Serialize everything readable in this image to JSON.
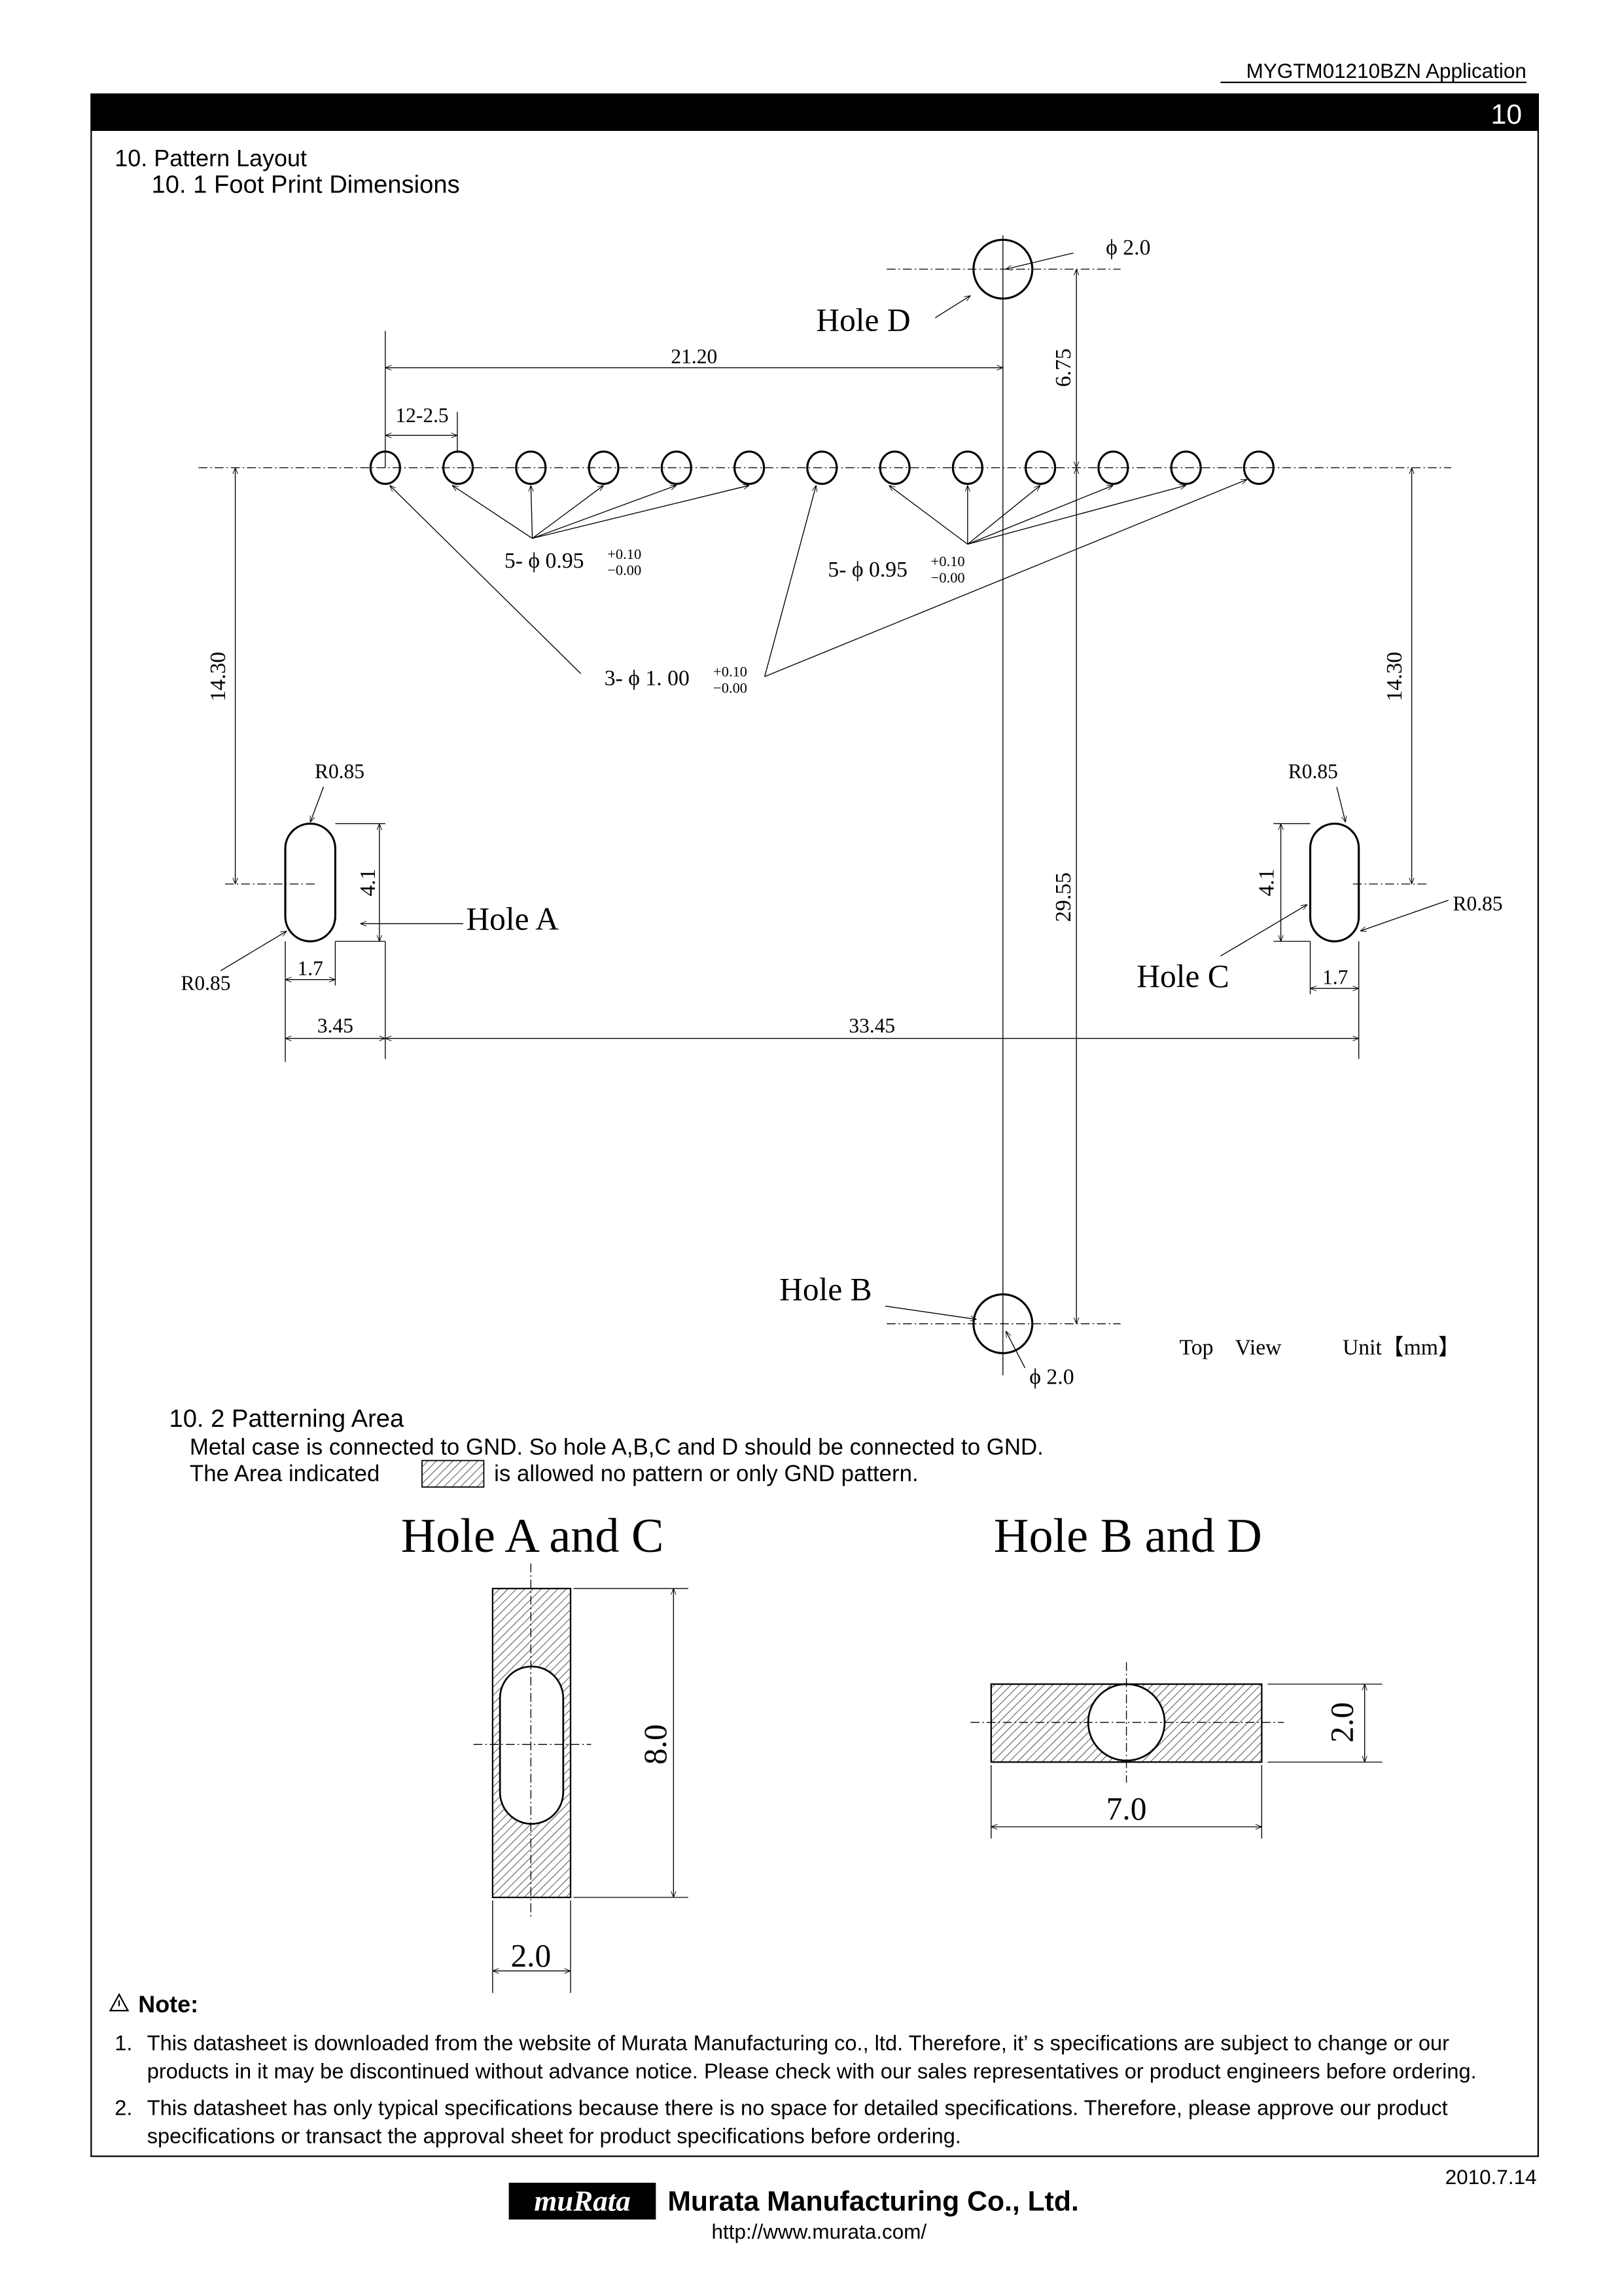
{
  "header": {
    "doc_title": "MYGTM01210BZN  Application",
    "page_number": "10"
  },
  "section": {
    "title": "10. Pattern Layout",
    "subtitle": "10. 1 Foot Print Dimensions"
  },
  "footprint": {
    "hole_d_label": "Hole D",
    "hole_d_dia": "ϕ 2.0",
    "hole_b_label": "Hole B",
    "hole_b_dia": "ϕ 2.0",
    "hole_a_label": "Hole A",
    "hole_c_label": "Hole C",
    "dim_21_20": "21.20",
    "dim_pitch": "12-2.5",
    "dim_6_75": "6.75",
    "dim_29_55": "29.55",
    "dim_14_30_left": "14.30",
    "dim_14_30_right": "14.30",
    "group_left": "5- ϕ 0.95",
    "group_right": "5- ϕ 0.95",
    "group_large": "3- ϕ 1. 00",
    "tol_plus": "+0.10",
    "tol_minus": "−0.00",
    "r_a_top": "R0.85",
    "r_a_bottom": "R0.85",
    "r_c_top": "R0.85",
    "r_c_right": "R0.85",
    "dim_4_1_a": "4.1",
    "dim_4_1_c": "4.1",
    "dim_1_7_a": "1.7",
    "dim_1_7_c": "1.7",
    "dim_3_45": "3.45",
    "dim_33_45": "33.45",
    "view": "Top    View",
    "unit": "Unit【mm】"
  },
  "patterning": {
    "title": "10. 2 Patterning Area",
    "line1": "Metal case is connected to GND. So hole A,B,C and D should be connected to GND.",
    "line2_pre": "The Area indicated",
    "line2_post": "is allowed no pattern or only GND pattern.",
    "fig_ac_title": "Hole A and C",
    "fig_ac_height": "8.0",
    "fig_ac_width": "2.0",
    "fig_bd_title": "Hole B and D",
    "fig_bd_height": "2.0",
    "fig_bd_width": "7.0"
  },
  "note": {
    "title": "Note:",
    "items": [
      {
        "num": "1.",
        "line1": "This datasheet is downloaded from the website of Murata Manufacturing co., ltd. Therefore, it’ s specifications are subject to change or our",
        "line2": "products in it may be discontinued without advance notice. Please check with our sales representatives or product engineers before ordering."
      },
      {
        "num": "2.",
        "line1": "This datasheet has only typical specifications because there is no space for detailed specifications. Therefore, please approve our product",
        "line2": "specifications or transact the approval sheet for product specifications before ordering."
      }
    ]
  },
  "footer": {
    "date": "2010.7.14",
    "logo": "muRata",
    "company": "Murata Manufacturing Co., Ltd.",
    "url": "http://www.murata.com/"
  }
}
